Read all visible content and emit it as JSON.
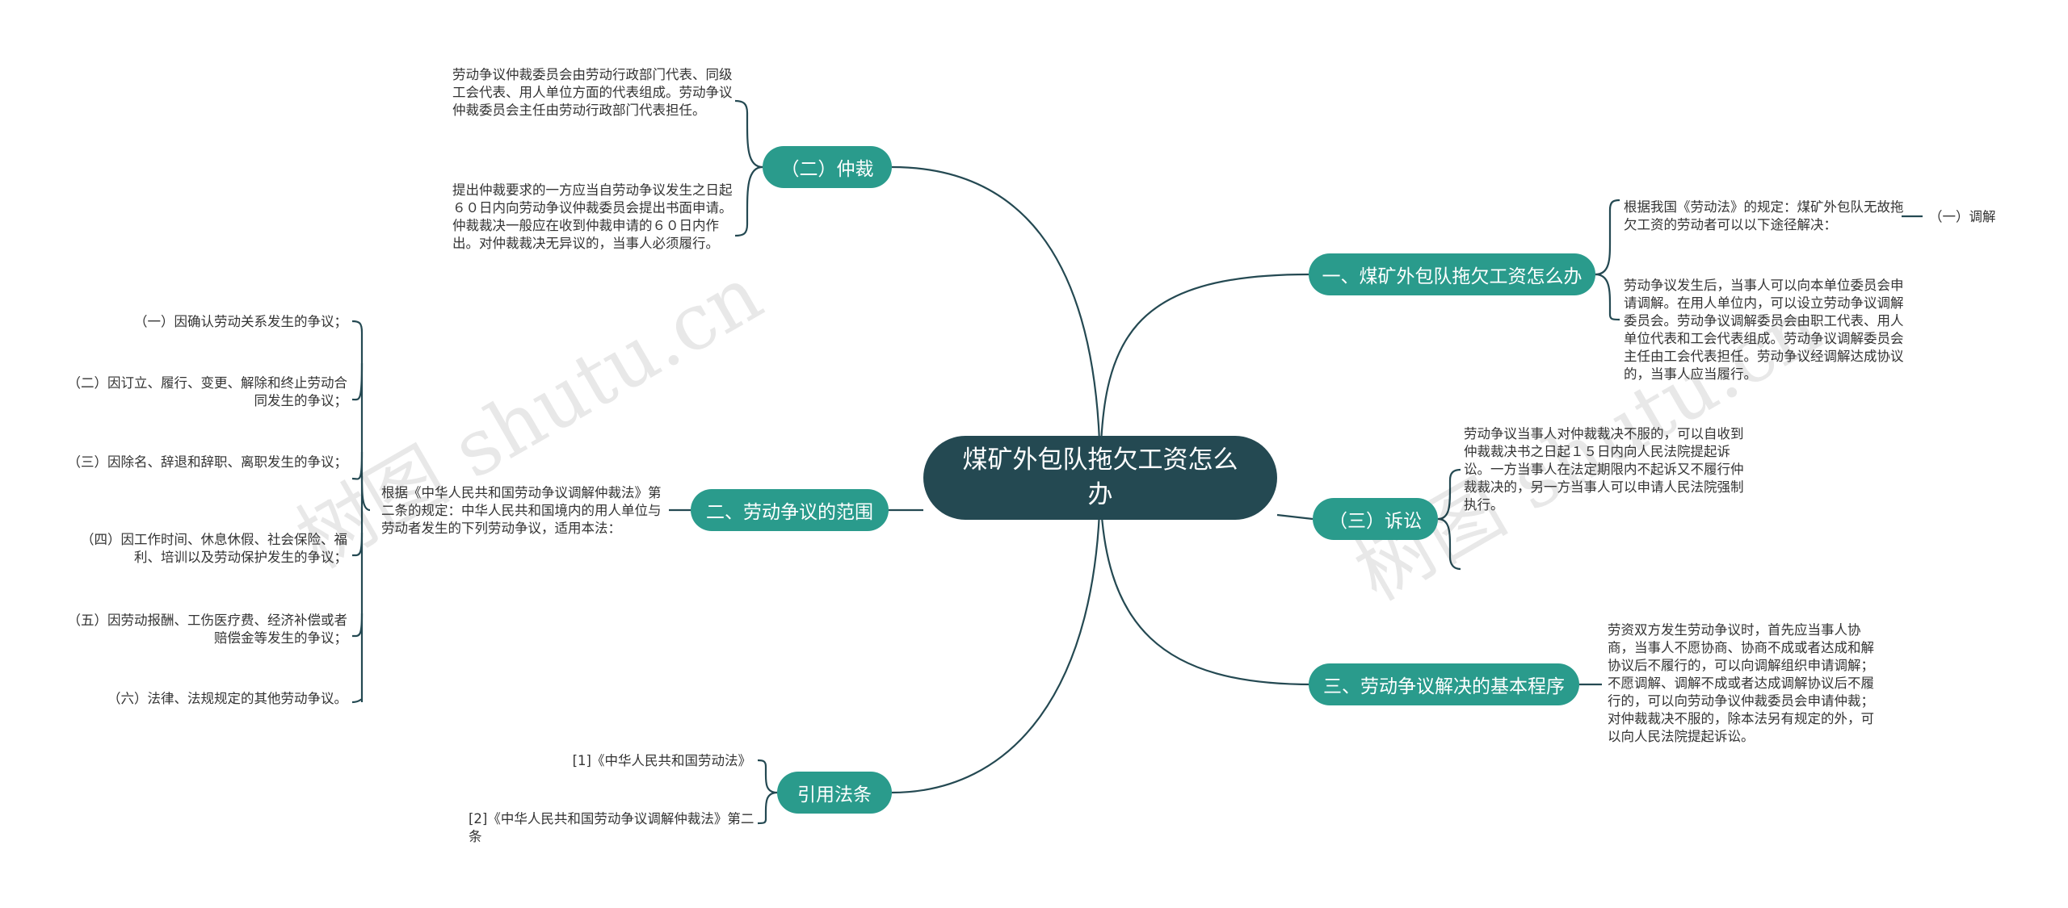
{
  "watermark": {
    "text": "树图 shutu.cn"
  },
  "root": {
    "title": "煤矿外包队拖欠工资怎么办"
  },
  "branches": {
    "arbitration": {
      "label": "（二）仲裁",
      "notes": [
        "劳动争议仲裁委员会由劳动行政部门代表、同级工会代表、用人单位方面的代表组成。劳动争议仲裁委员会主任由劳动行政部门代表担任。",
        "提出仲裁要求的一方应当自劳动争议发生之日起６０日内向劳动争议仲裁委员会提出书面申请。仲裁裁决一般应在收到仲裁申请的６０日内作出。对仲裁裁决无异议的，当事人必须履行。"
      ]
    },
    "scope": {
      "label": "二、劳动争议的范围",
      "intro": "根据《中华人民共和国劳动争议调解仲裁法》第二条的规定：中华人民共和国境内的用人单位与劳动者发生的下列劳动争议，适用本法：",
      "items": [
        "（一）因确认劳动关系发生的争议；",
        "（二）因订立、履行、变更、解除和终止劳动合同发生的争议；",
        "（三）因除名、辞退和辞职、离职发生的争议；",
        "（四）因工作时间、休息休假、社会保险、福利、培训以及劳动保护发生的争议；",
        "（五）因劳动报酬、工伤医疗费、经济补偿或者赔偿金等发生的争议；",
        "（六）法律、法规规定的其他劳动争议。"
      ]
    },
    "references": {
      "label": "引用法条",
      "items": [
        "[1]《中华人民共和国劳动法》",
        "[2]《中华人民共和国劳动争议调解仲裁法》第二条"
      ]
    },
    "how": {
      "label": "一、煤矿外包队拖欠工资怎么办",
      "note1": "根据我国《劳动法》的规定：煤矿外包队无故拖欠工资的劳动者可以以下途径解决：",
      "note1_child": "（一）调解",
      "note2": "劳动争议发生后，当事人可以向本单位委员会申请调解。在用人单位内，可以设立劳动争议调解委员会。劳动争议调解委员会由职工代表、用人单位代表和工会代表组成。劳动争议调解委员会主任由工会代表担任。劳动争议经调解达成协议的，当事人应当履行。"
    },
    "litigation": {
      "label": "（三）诉讼",
      "note": "劳动争议当事人对仲裁裁决不服的，可以自收到仲裁裁决书之日起１５日内向人民法院提起诉讼。一方当事人在法定期限内不起诉又不履行仲裁裁决的，另一方当事人可以申请人民法院强制执行。"
    },
    "procedure": {
      "label": "三、劳动争议解决的基本程序",
      "note": "劳资双方发生劳动争议时，首先应当事人协商，当事人不愿协商、协商不成或者达成和解协议后不履行的，可以向调解组织申请调解；不愿调解、调解不成或者达成调解协议后不履行的，可以向劳动争议仲裁委员会申请仲裁；对仲裁裁决不服的，除本法另有规定的外，可以向人民法院提起诉讼。"
    }
  },
  "colors": {
    "root": "#244952",
    "branch": "#2a9b8c",
    "line": "#244952",
    "text": "#333333"
  }
}
